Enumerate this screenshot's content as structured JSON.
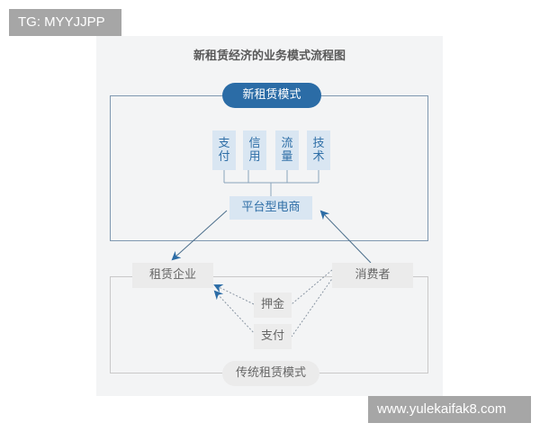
{
  "watermarks": {
    "top": "TG: MYYJJPP",
    "bottom": "www.yulekaifak8.com"
  },
  "diagram": {
    "title": "新租赁经济的业务模式流程图",
    "new_model": {
      "label": "新租赁模式",
      "pillars": [
        {
          "top": "支",
          "bottom": "付"
        },
        {
          "top": "信",
          "bottom": "用"
        },
        {
          "top": "流",
          "bottom": "量"
        },
        {
          "top": "技",
          "bottom": "术"
        }
      ],
      "platform": "平台型电商"
    },
    "actors": {
      "rental_company": "租赁企业",
      "consumer": "消费者"
    },
    "traditional_model": {
      "label": "传统租赁模式",
      "flows": [
        "押金",
        "支付"
      ]
    },
    "colors": {
      "accent_blue": "#2b6ca6",
      "light_blue_box": "#d9e6f2",
      "gray_box": "#ebebeb",
      "panel_bg": "#f3f4f5"
    }
  }
}
